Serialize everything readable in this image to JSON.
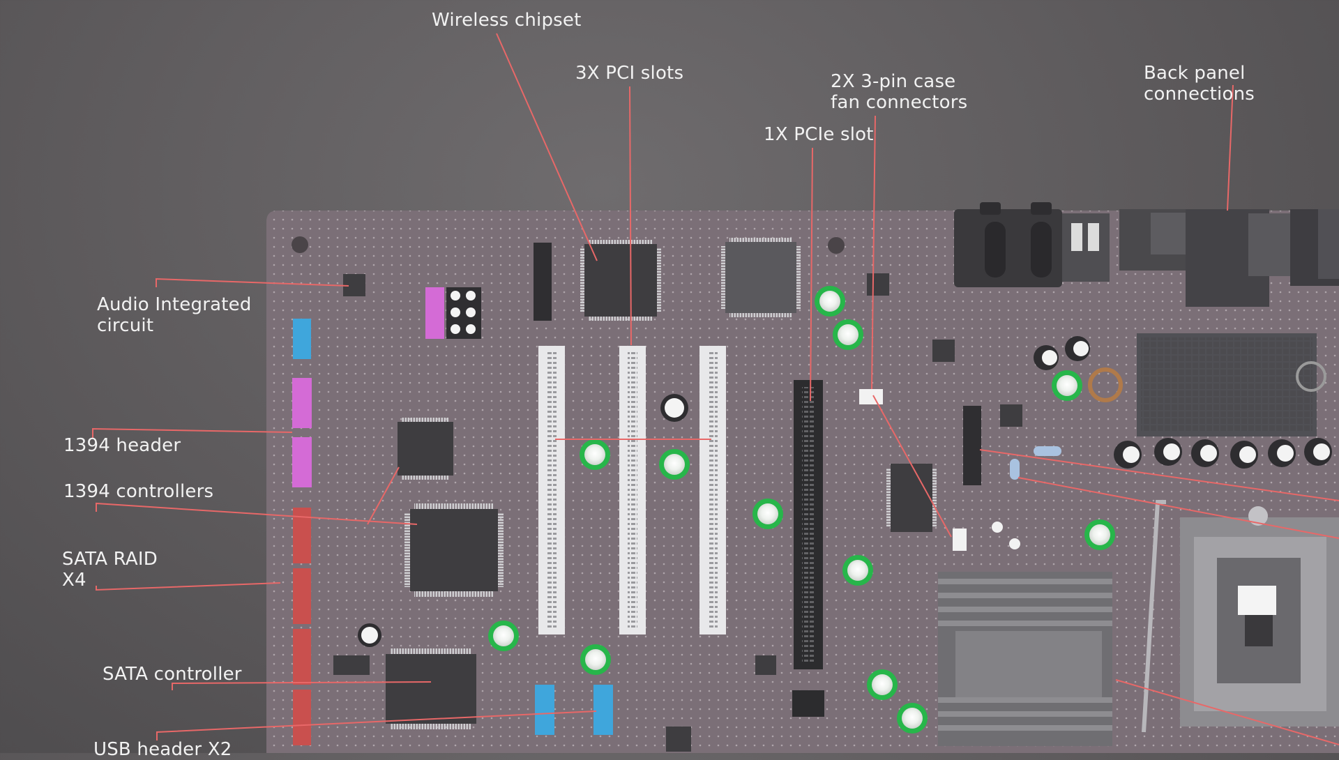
{
  "title": "",
  "colors": {
    "background": "#5c595b",
    "board": "#7b6f77",
    "leader_line": "#e86868",
    "label_text": "#f2f2f2",
    "pci_slot": "#e8e8ea",
    "pcie_slot": "#2c2c2e",
    "header_magenta": "#d46bd6",
    "header_blue": "#3fa6dc",
    "sata_red": "#c9504e",
    "capacitor_green": "#27b64a",
    "ic_chip": "#3e3d40"
  },
  "labels": {
    "wireless_chipset": "Wireless chipset",
    "pci_slots": "3X PCI slots",
    "fan_connectors": "2X   3-pin case\nfan connectors",
    "pcie_slot": "1X PCIe slot",
    "back_panel": "Back panel connections",
    "audio_ic": "Audio Integrated\ncircuit",
    "header_1394": "1394 header",
    "controllers_1394": "1394 controllers",
    "sata_raid": "SATA RAID\nX4",
    "sata_controller": "SATA controller",
    "usb_header": "USB header X2"
  }
}
